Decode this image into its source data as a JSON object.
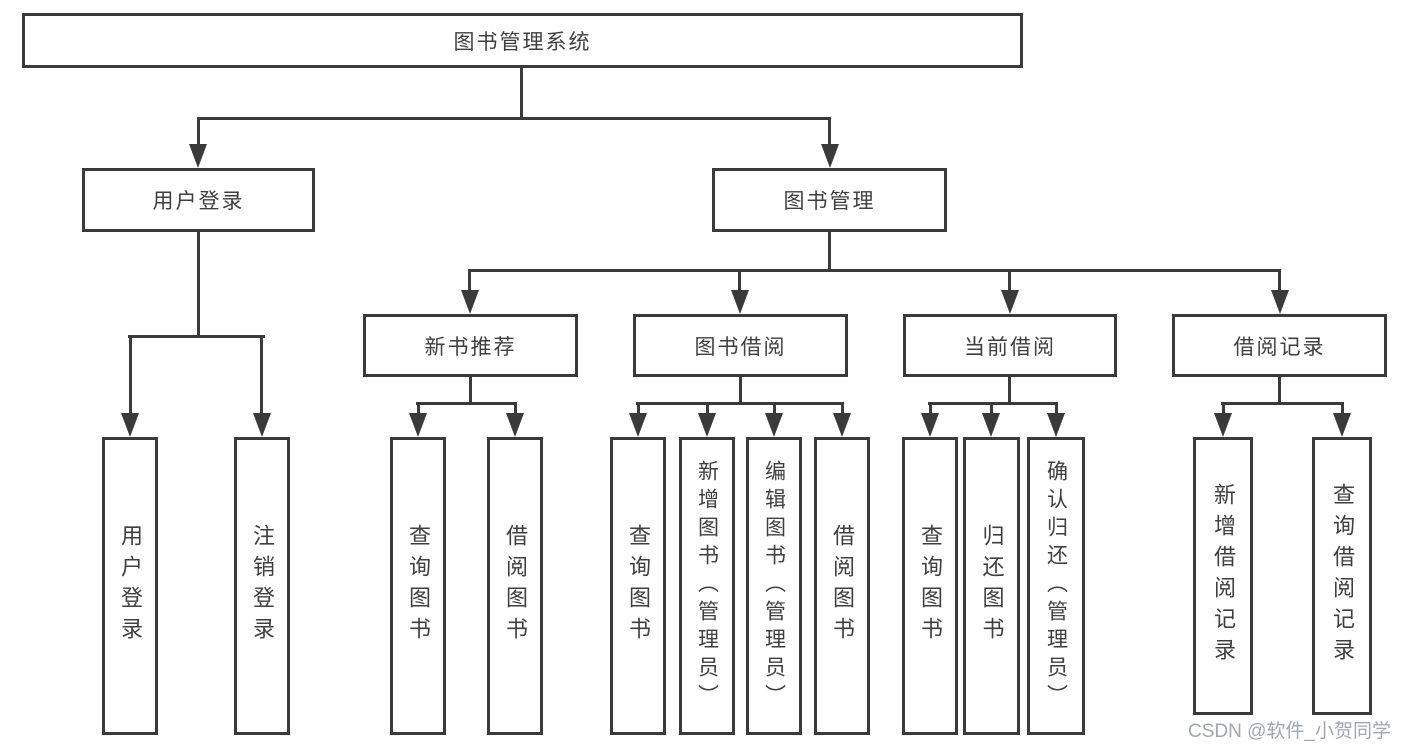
{
  "nodes": {
    "root": {
      "label": "图书管理系统"
    },
    "level2": [
      {
        "label": "用户登录"
      },
      {
        "label": "图书管理"
      }
    ],
    "level3": [
      {
        "label": "新书推荐"
      },
      {
        "label": "图书借阅"
      },
      {
        "label": "当前借阅"
      },
      {
        "label": "借阅记录"
      }
    ],
    "leaves": [
      {
        "label": "用户登录"
      },
      {
        "label": "注销登录"
      },
      {
        "label": "查询图书"
      },
      {
        "label": "借阅图书"
      },
      {
        "label": "查询图书"
      },
      {
        "label": "新增图书（管理员）"
      },
      {
        "label": "编辑图书（管理员）"
      },
      {
        "label": "借阅图书"
      },
      {
        "label": "查询图书"
      },
      {
        "label": "归还图书"
      },
      {
        "label": "确认归还（管理员）"
      },
      {
        "label": "新增借阅记录"
      },
      {
        "label": "查询借阅记录"
      }
    ]
  },
  "watermark": {
    "text": "CSDN @软件_小贺同学"
  },
  "colors": {
    "line": "#3a3a3a",
    "text": "#3f3f3f",
    "watermark": "#a2a6ad",
    "background": "#ffffff"
  }
}
